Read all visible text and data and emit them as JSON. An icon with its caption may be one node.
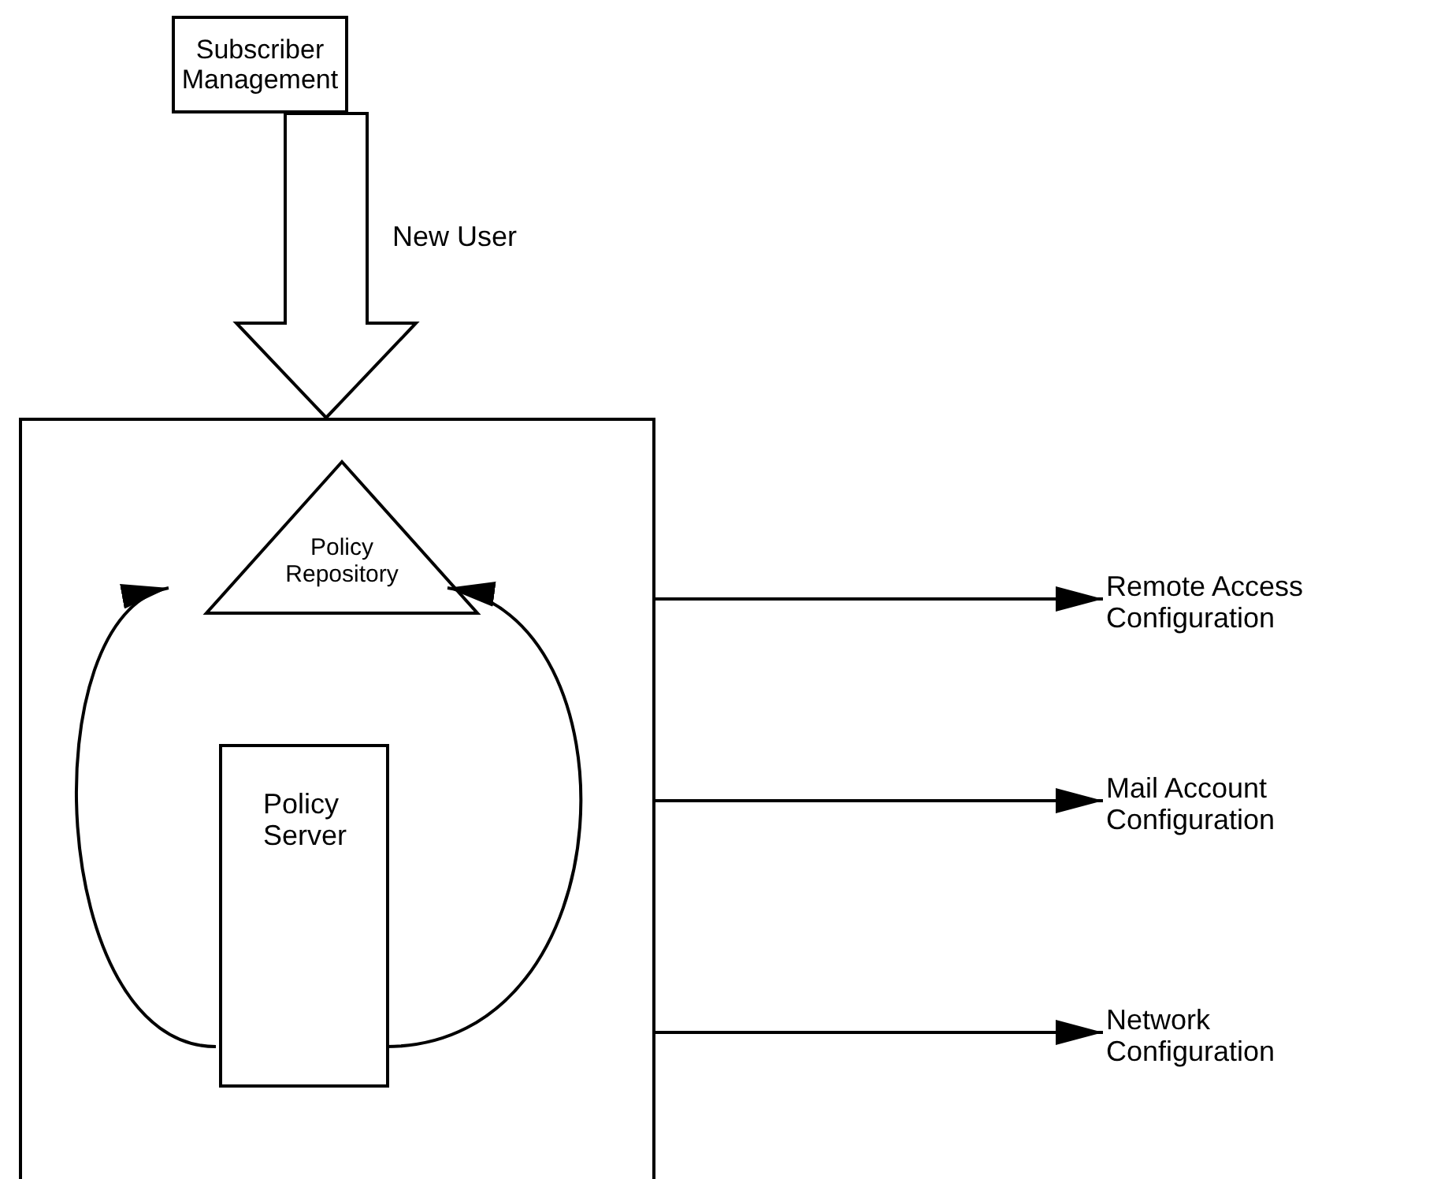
{
  "diagram": {
    "nodes": [
      {
        "text": [
          "Subscriber Management"
        ]
      },
      {
        "text": [],
        "shape": "box"
      },
      {
        "text": [
          "Policy Repository"
        ],
        "in": 1
      },
      {
        "text": [
          "Policy Server"
        ],
        "in": 1
      },
      {
        "text": [
          "Remote Access Configuration"
        ]
      },
      {
        "text": [
          "Mail Account Configuration"
        ]
      },
      {
        "text": [
          "Network Configuration"
        ]
      }
    ],
    "edges": [
      {
        "from": 0,
        "to": 1,
        "arrow": "to",
        "label": "New User",
        "style": "thick"
      },
      {
        "from": 3,
        "to": 2,
        "arrow": "to"
      },
      {
        "from": 3,
        "to": 2,
        "arrow": "to"
      },
      {
        "from": 1,
        "to": 4,
        "arrow": "to"
      },
      {
        "from": 1,
        "to": 5,
        "arrow": "to"
      },
      {
        "from": 1,
        "to": 6,
        "arrow": "to"
      }
    ]
  }
}
